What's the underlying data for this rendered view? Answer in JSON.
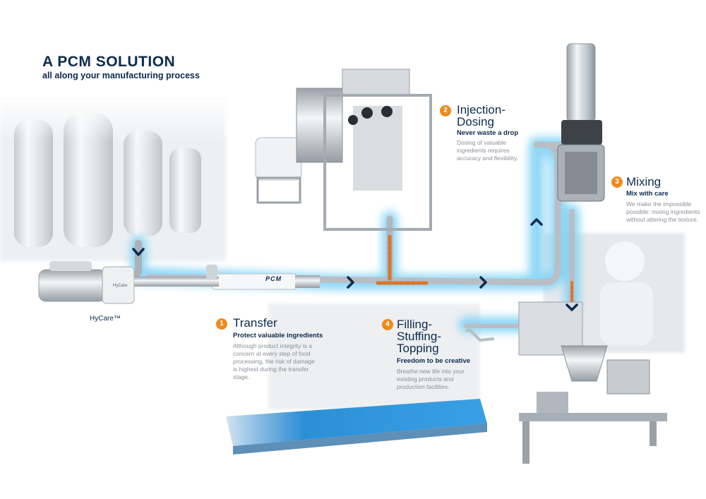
{
  "header": {
    "title": "A PCM SOLUTION",
    "subtitle": "all along your manufacturing process"
  },
  "machine_label": "HyCare™",
  "pump_brand": "PCM",
  "steps": [
    {
      "number": "1",
      "title_lines": [
        "Transfer"
      ],
      "tagline": "Protect valuable ingredients",
      "description_lines": [
        "Although product integrity is a",
        "concern at every step of food",
        "processing, the risk of damage",
        "is highest during the transfer",
        "stage."
      ]
    },
    {
      "number": "2",
      "title_lines": [
        "Injection-",
        "Dosing"
      ],
      "tagline": "Never waste a drop",
      "description_lines": [
        "Dosing of valuable",
        "ingredients requires",
        "accuracy and flexibility."
      ]
    },
    {
      "number": "3",
      "title_lines": [
        "Mixing"
      ],
      "tagline": "Mix with care",
      "description_lines": [
        "We make the impossible",
        "possible: mixing ingredients",
        "without altering the texture."
      ]
    },
    {
      "number": "4",
      "title_lines": [
        "Filling-",
        "Stuffing-",
        "Topping"
      ],
      "tagline": "Freedom to be creative",
      "description_lines": [
        "Breathe new life into your",
        "existing products and",
        "production facilities."
      ]
    }
  ],
  "colors": {
    "title": "#0d2a4e",
    "badge": "#ee8a1c",
    "glow": "#7ad0f5",
    "pipe": "#c9ced4",
    "arrow": "#0d2a4e",
    "conveyor": "#2b8fd6"
  }
}
